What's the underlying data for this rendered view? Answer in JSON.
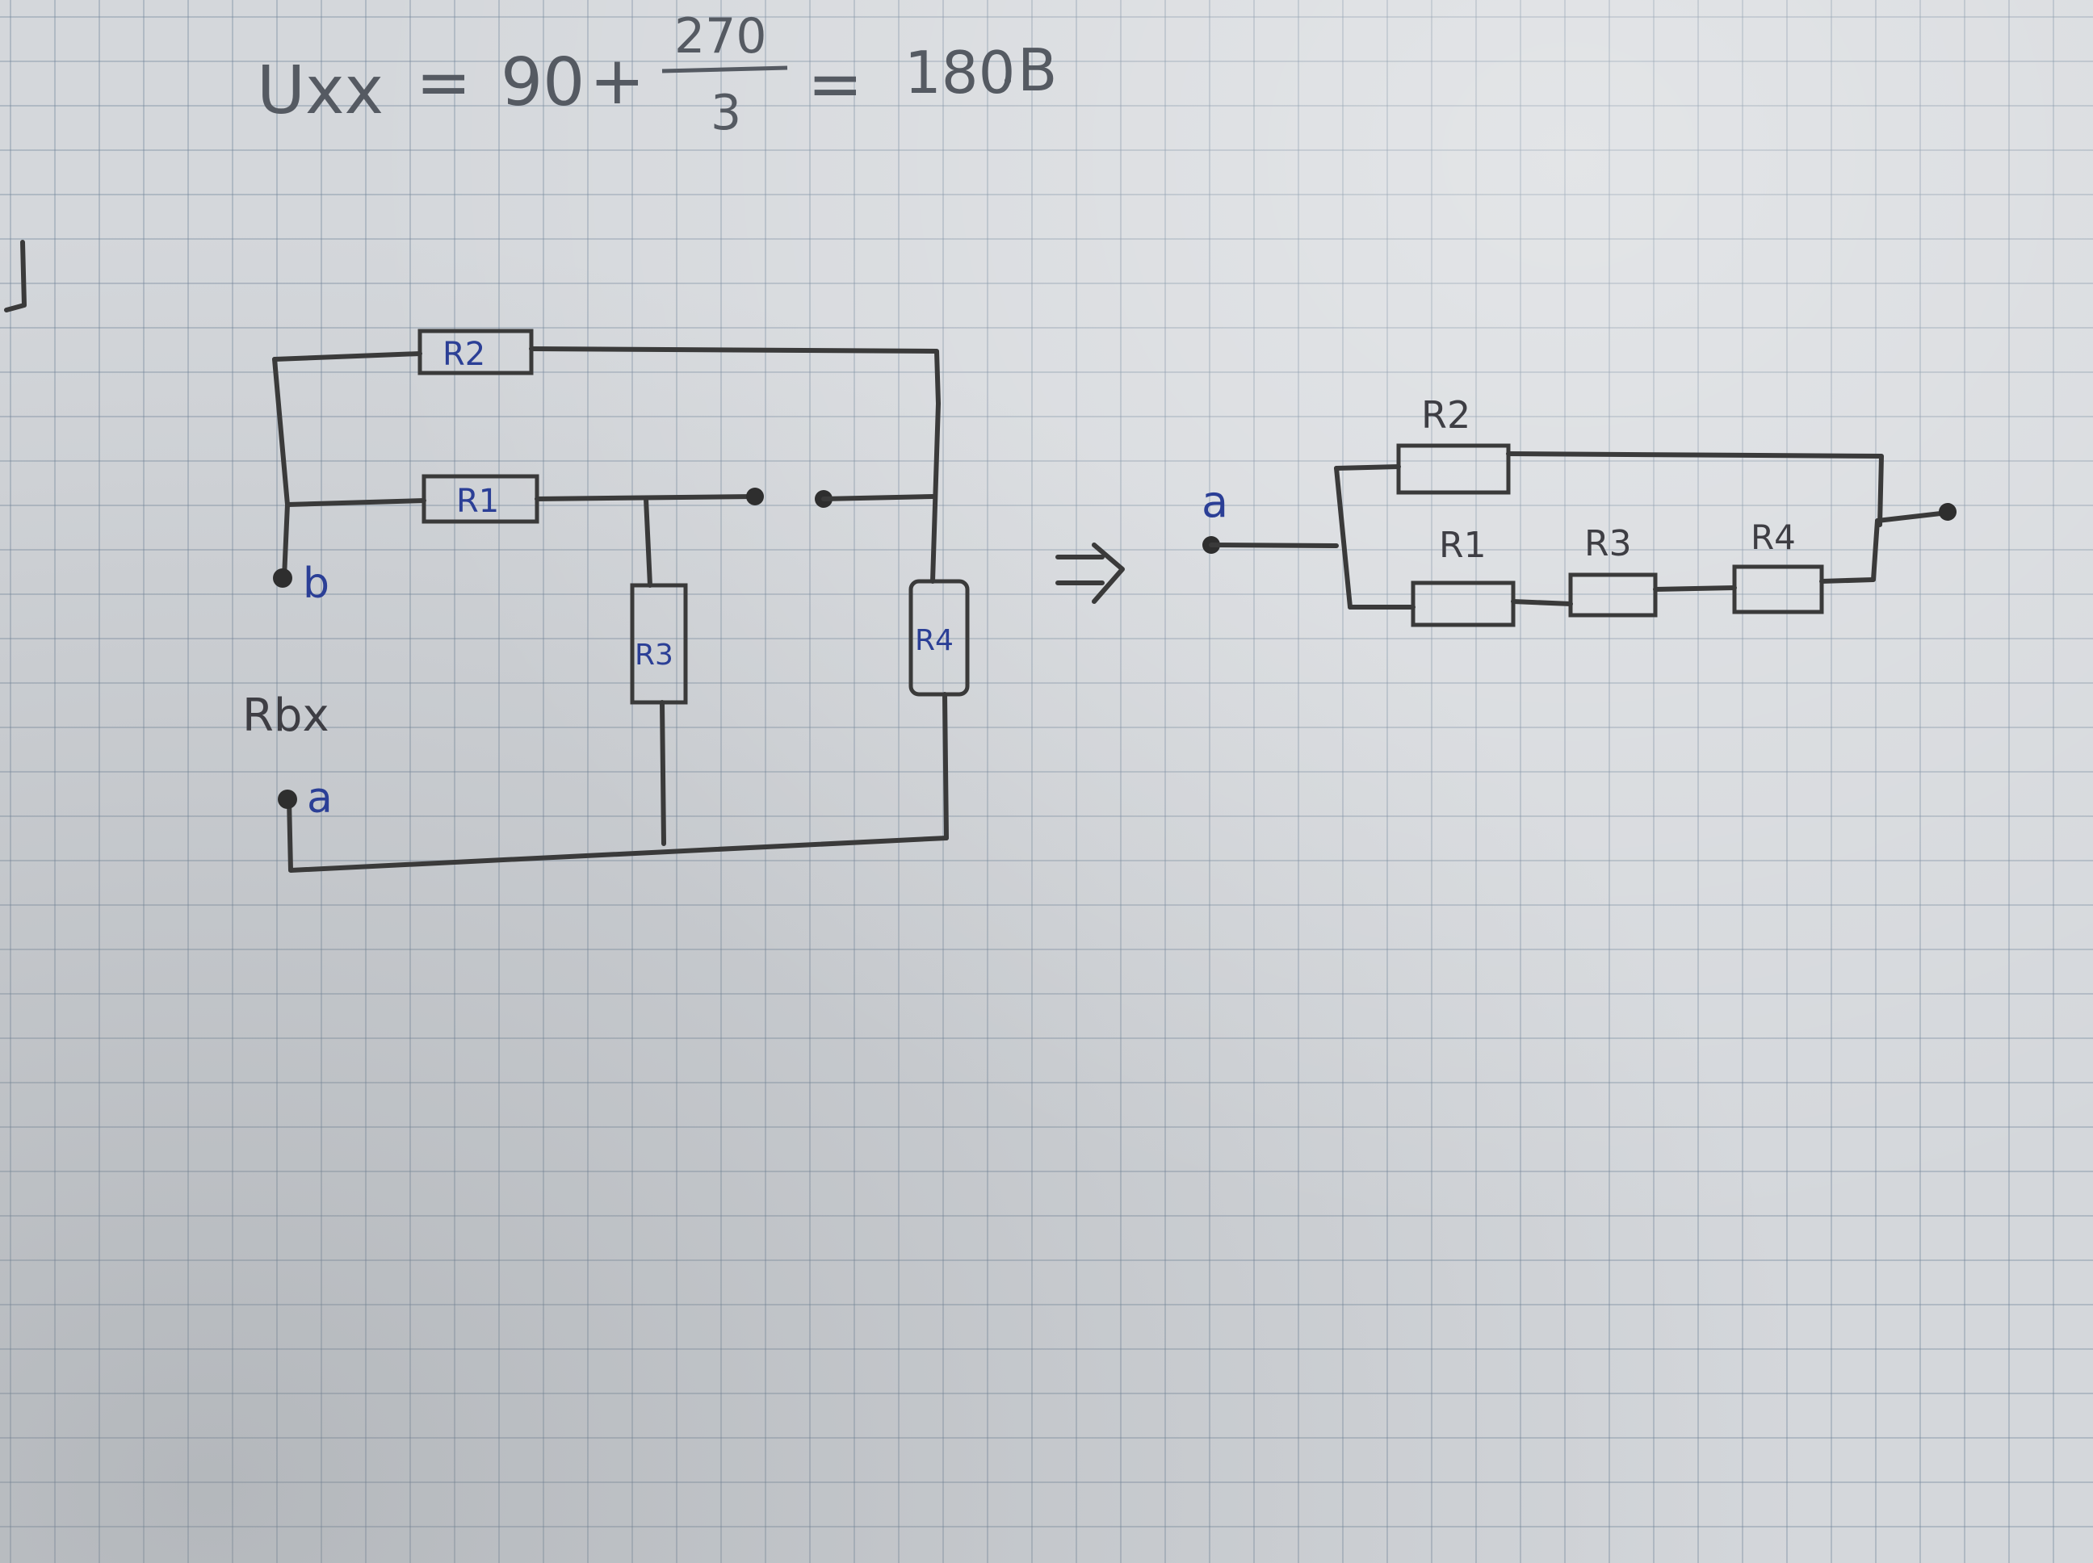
{
  "formula": {
    "lhs": "Uxx",
    "equals": "=",
    "term1": "90",
    "plus": "+",
    "numerator": "270",
    "denominator": "3",
    "equals2": "=",
    "result": "180",
    "unit": "B"
  },
  "left_circuit": {
    "resistors": {
      "r2": "R2",
      "r1": "R1",
      "r3": "R3",
      "r4": "R4"
    },
    "terminal_b": "b",
    "terminal_a": "a",
    "label_rin": "Rbx"
  },
  "arrow": "=>",
  "right_circuit": {
    "terminal_a": "a",
    "resistors": {
      "r2": "R2",
      "r1": "R1",
      "r3": "R3",
      "r4": "R4"
    }
  }
}
